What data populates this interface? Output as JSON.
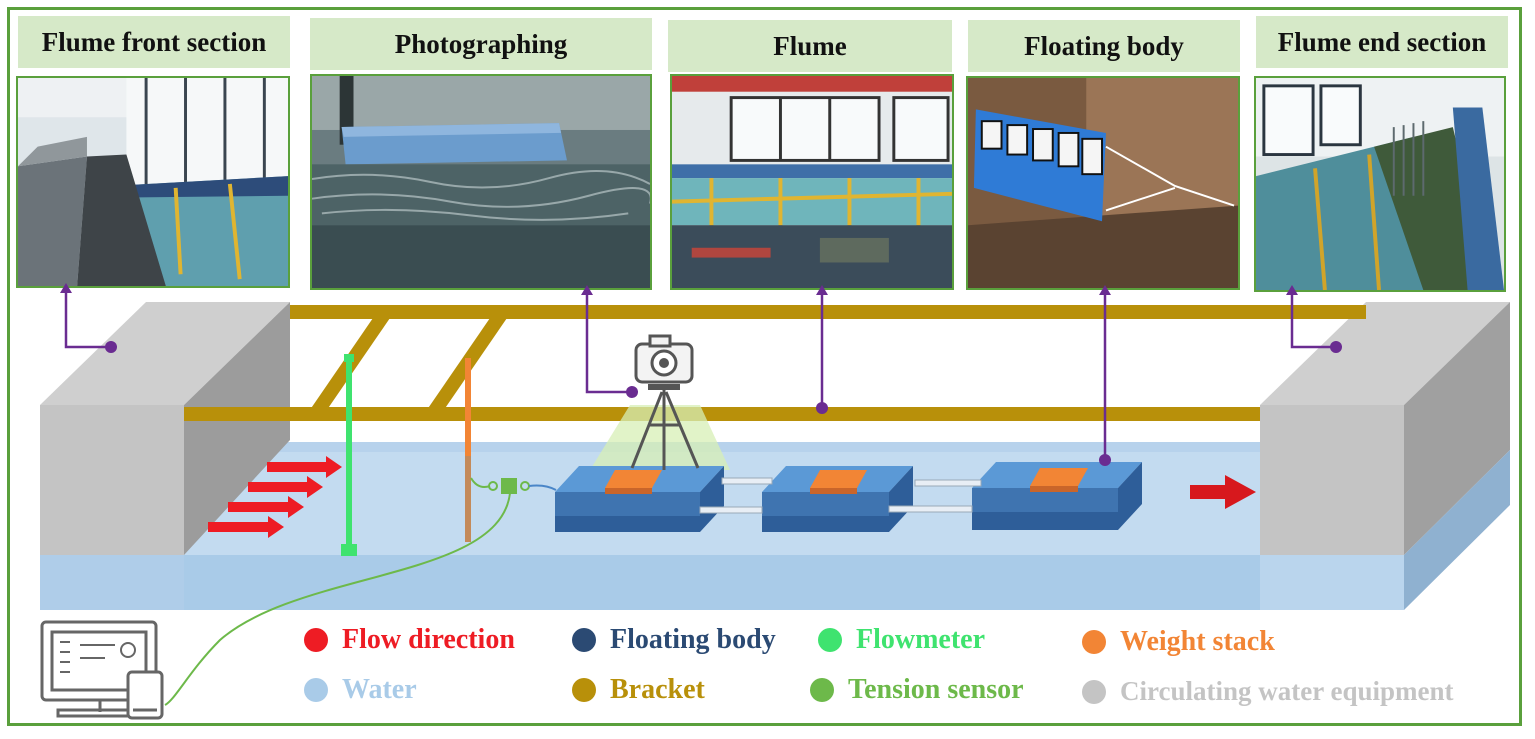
{
  "sections": [
    {
      "id": "front",
      "title": "Flume front section"
    },
    {
      "id": "photo",
      "title": "Photographing"
    },
    {
      "id": "flume",
      "title": "Flume"
    },
    {
      "id": "float",
      "title": "Floating body"
    },
    {
      "id": "end",
      "title": "Flume end section"
    }
  ],
  "legend": [
    {
      "label": "Flow direction",
      "color": "#ee1c24"
    },
    {
      "label": "Floating body",
      "color": "#2b4a73"
    },
    {
      "label": "Flowmeter",
      "color": "#3fe36f"
    },
    {
      "label": "Weight stack",
      "color": "#f28535"
    },
    {
      "label": "Water",
      "color": "#a9cbe8"
    },
    {
      "label": "Bracket",
      "color": "#b8900a"
    },
    {
      "label": "Tension sensor",
      "color": "#6db94a"
    },
    {
      "label": "Circulating water equipment",
      "color": "#c4c4c4"
    }
  ],
  "colors": {
    "frame": "#5aa03c",
    "title_bg": "#d6e9c8",
    "bracket": "#b8900a",
    "water": "#a9cbe8",
    "float_body": "#4a86c8",
    "weight": "#f28535",
    "callout": "#6a2c91",
    "flow": "#ee1c24",
    "equipment": "#c4c4c4"
  },
  "icons": [
    "camera-tripod-icon",
    "computer-monitor-icon",
    "flow-arrow-icon"
  ]
}
